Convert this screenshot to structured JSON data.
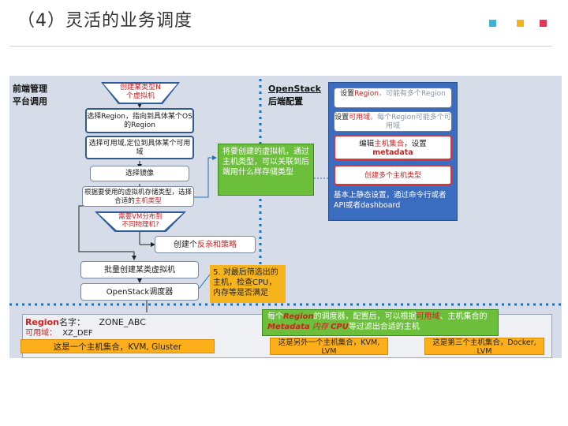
{
  "header": {
    "title": "（4）灵活的业务调度",
    "colors": {
      "cyan": "#41b2d3",
      "yellow": "#f5b41b",
      "red": "#e23a55"
    }
  },
  "left": {
    "label_line1": "前端管理",
    "label_line2": "平台调用",
    "create_line1": "创建某类型N",
    "create_line2": "个虚拟机",
    "select_region": "选择Region，指向到具体某个OS的Region",
    "select_az": "选择可用域,定位到具体某个可用域",
    "select_image": "选择镜像",
    "select_flavor_prefix": "根据要使用的虚拟机存储类型，选择合适的",
    "select_flavor_red": "主机类型",
    "decision_line1": "需要VM分布到",
    "decision_line2": "不同物理机?",
    "policy_prefix": "创建个",
    "policy_red": "反亲和策略",
    "batch_create": "批量创建某类虚拟机",
    "scheduler": "OpenStack调度器"
  },
  "notes": {
    "green_flavor": "将要创建的虚拟机，通过主机类型，可以关联到后端用什么样存储类型",
    "orange_filter": "5. 对最后筛选出的主机，检查CPU，内存等是否满足",
    "green_scheduler_1": "每个",
    "green_scheduler_2": "Region",
    "green_scheduler_3": "的调度器，配置后，可以根据",
    "green_scheduler_4": "可用域",
    "green_scheduler_5": "、主机集合的",
    "green_scheduler_6": "Metadata",
    "green_scheduler_7": " 内存 ",
    "green_scheduler_8": "CPU",
    "green_scheduler_9": "等过滤出合适的主机"
  },
  "right": {
    "label_line1": "OpenStack",
    "label_line2": "后端配置",
    "set_region_prefix": "设置",
    "set_region_red": "Region",
    "set_region_suffix": "，可能有多个Region",
    "set_az_prefix": "设置",
    "set_az_red": "可用域",
    "set_az_suffix": "，每个Region可能多个可用域",
    "edit_agg_prefix": "编辑",
    "edit_agg_red": "主机集合",
    "edit_agg_suffix": "，设置",
    "edit_agg_meta": "metadata",
    "create_flavor": "创建多个主机类型",
    "footer": "基本上静态设置，通过命令行或者API或者dashboard"
  },
  "bottom": {
    "region_label": "Region",
    "region_name_label": "名字：",
    "region_name": "ZONE_ABC",
    "az_label": "可用域：",
    "az_name": "XZ_DEF",
    "agg1": "这是一个主机集合，KVM, Gluster",
    "agg2": "这是另外一个主机集合，KVM, LVM",
    "agg3": "这是第三个主机集合，Docker, LVM"
  }
}
